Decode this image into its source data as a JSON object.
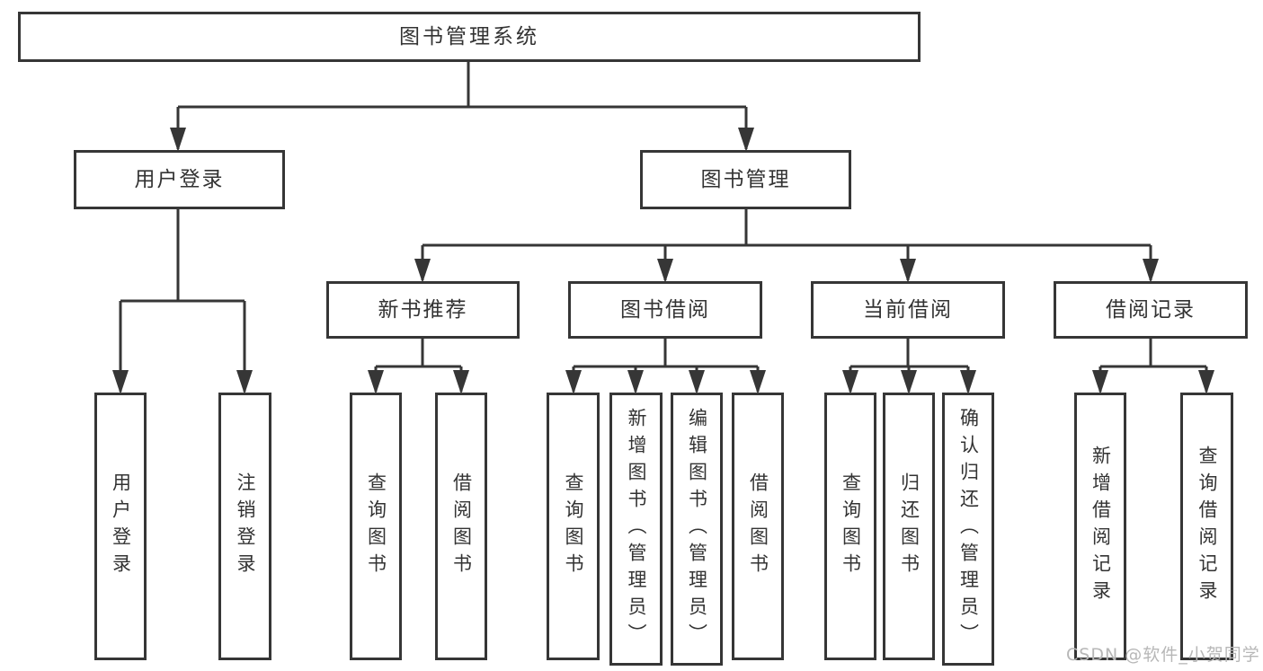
{
  "tree": {
    "root": {
      "label": "图书管理系统"
    },
    "branches": [
      {
        "label": "用户登录",
        "children": [
          {
            "label": "用户登录"
          },
          {
            "label": "注销登录"
          }
        ]
      },
      {
        "label": "图书管理",
        "children": [
          {
            "label": "新书推荐",
            "children": [
              {
                "label": "查询图书"
              },
              {
                "label": "借阅图书"
              }
            ]
          },
          {
            "label": "图书借阅",
            "children": [
              {
                "label": "查询图书"
              },
              {
                "label": "新增图书（管理员）"
              },
              {
                "label": "编辑图书（管理员）"
              },
              {
                "label": "借阅图书"
              }
            ]
          },
          {
            "label": "当前借阅",
            "children": [
              {
                "label": "查询图书"
              },
              {
                "label": "归还图书"
              },
              {
                "label": "确认归还（管理员）"
              }
            ]
          },
          {
            "label": "借阅记录",
            "children": [
              {
                "label": "新增借阅记录"
              },
              {
                "label": "查询借阅记录"
              }
            ]
          }
        ]
      }
    ]
  },
  "watermark": {
    "text": "CSDN @软件_小贺同学"
  },
  "colors": {
    "line": "#363636",
    "text": "#333333",
    "watermark": "#b7b7b7",
    "background": "#ffffff"
  }
}
